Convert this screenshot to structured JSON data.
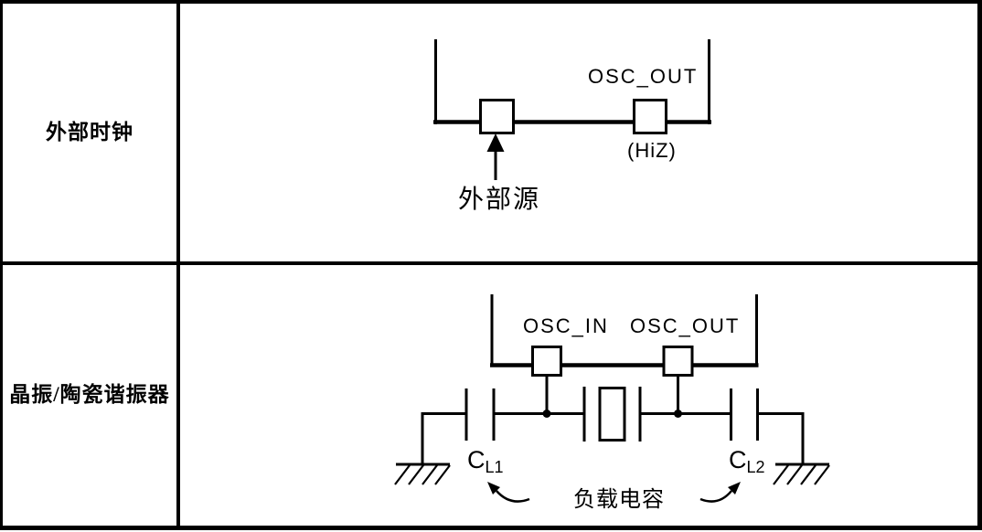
{
  "colors": {
    "line": "#000000",
    "background": "#ffffff"
  },
  "table": {
    "rows": [
      {
        "label": "外部时钟"
      },
      {
        "label": "晶振/陶瓷谐振器"
      }
    ]
  },
  "external_clock_diagram": {
    "osc_out_label": "OSC_OUT",
    "hiz_label": "(HiZ)",
    "external_source_label": "外部源"
  },
  "crystal_diagram": {
    "osc_in_label": "OSC_IN",
    "osc_out_label": "OSC_OUT",
    "cl1": {
      "main": "C",
      "sub": "L1"
    },
    "cl2": {
      "main": "C",
      "sub": "L2"
    },
    "load_capacitance_label": "负载电容"
  }
}
